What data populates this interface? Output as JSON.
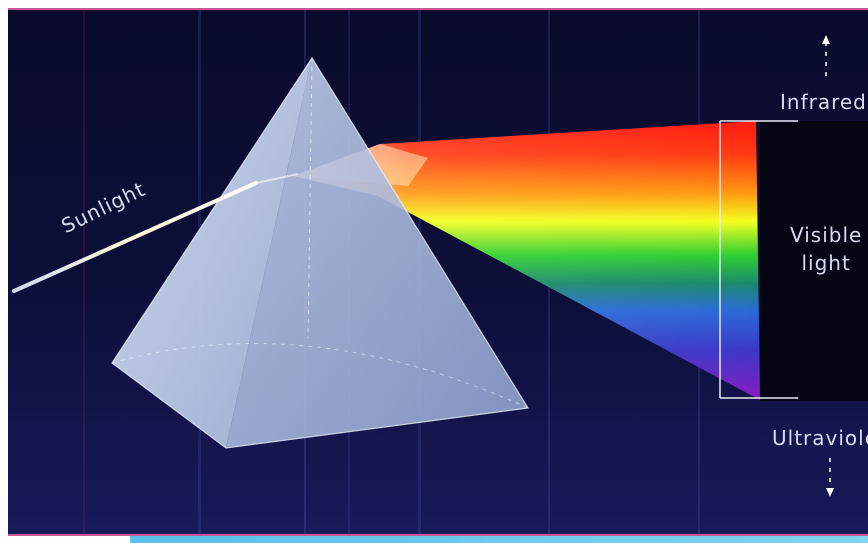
{
  "labels": {
    "sunlight": "Sunlight",
    "infrared": "Infrared",
    "visible_line1": "Visible",
    "visible_line2": "light",
    "ultraviolet": "Ultraviolet"
  },
  "colors": {
    "background_top": "#0a0b2a",
    "background_bottom": "#131552",
    "prism": "#b8c6e6",
    "label_text": "#d8dcf2",
    "border": "#c8589a"
  }
}
